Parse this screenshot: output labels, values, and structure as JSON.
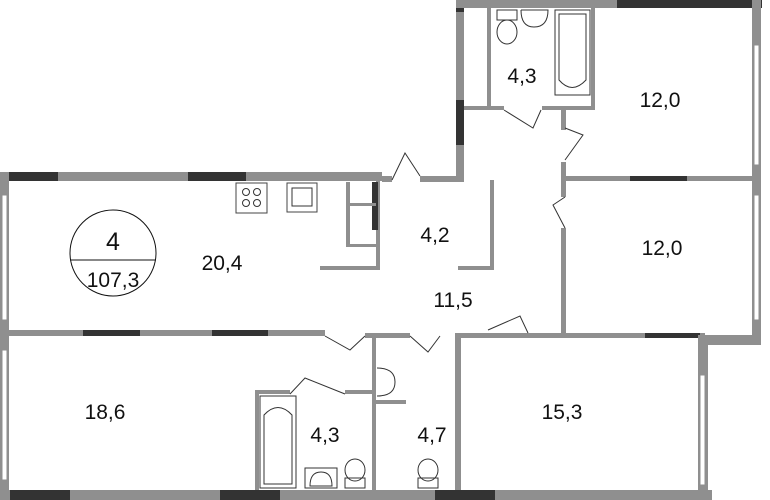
{
  "apartment": {
    "rooms_count": "4",
    "total_area": "107,3"
  },
  "rooms": [
    {
      "name": "bathroom-top",
      "area": "4,3"
    },
    {
      "name": "bedroom-top-right",
      "area": "12,0"
    },
    {
      "name": "kitchen-living",
      "area": "20,4"
    },
    {
      "name": "closet",
      "area": "4,2"
    },
    {
      "name": "bedroom-middle-right",
      "area": "12,0"
    },
    {
      "name": "hallway",
      "area": "11,5"
    },
    {
      "name": "bedroom-bottom-left",
      "area": "18,6"
    },
    {
      "name": "bathroom-bottom",
      "area": "4,3"
    },
    {
      "name": "toilet",
      "area": "4,7"
    },
    {
      "name": "bedroom-bottom-right",
      "area": "15,3"
    }
  ],
  "colors": {
    "wall": "#8f8f8f",
    "load_bearing": "#333333"
  }
}
